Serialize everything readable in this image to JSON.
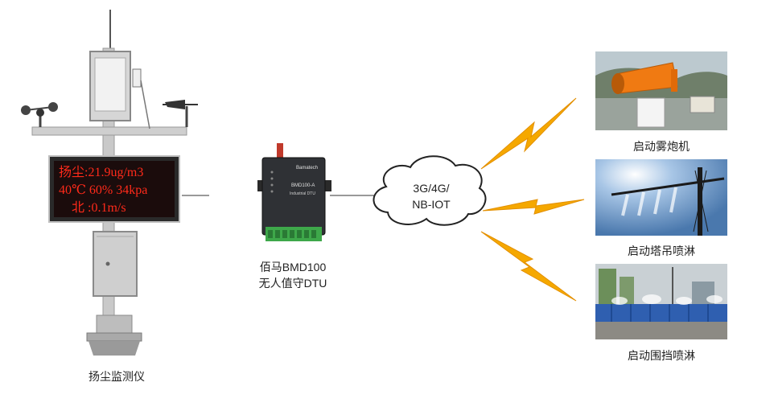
{
  "station": {
    "label": "扬尘监测仪",
    "display_lines": [
      "扬尘:21.9ug/m3",
      "40℃ 60% 34kpa",
      "北 :0.1m/s"
    ]
  },
  "dtu": {
    "label_line1": "佰马BMD100",
    "label_line2": "无人值守DTU",
    "front_model": "BMD100-A",
    "front_subtitle": "Industrial DTU",
    "front_brand": "Bamatech"
  },
  "cloud": {
    "line1": "3G/4G/",
    "line2": "NB-IOT"
  },
  "targets": [
    {
      "label": "启动雾炮机"
    },
    {
      "label": "启动塔吊喷淋"
    },
    {
      "label": "启动围挡喷淋"
    }
  ],
  "colors": {
    "bolt": "#f5a800",
    "led_text": "#ff2a1a",
    "cannon": "#f07a12"
  }
}
